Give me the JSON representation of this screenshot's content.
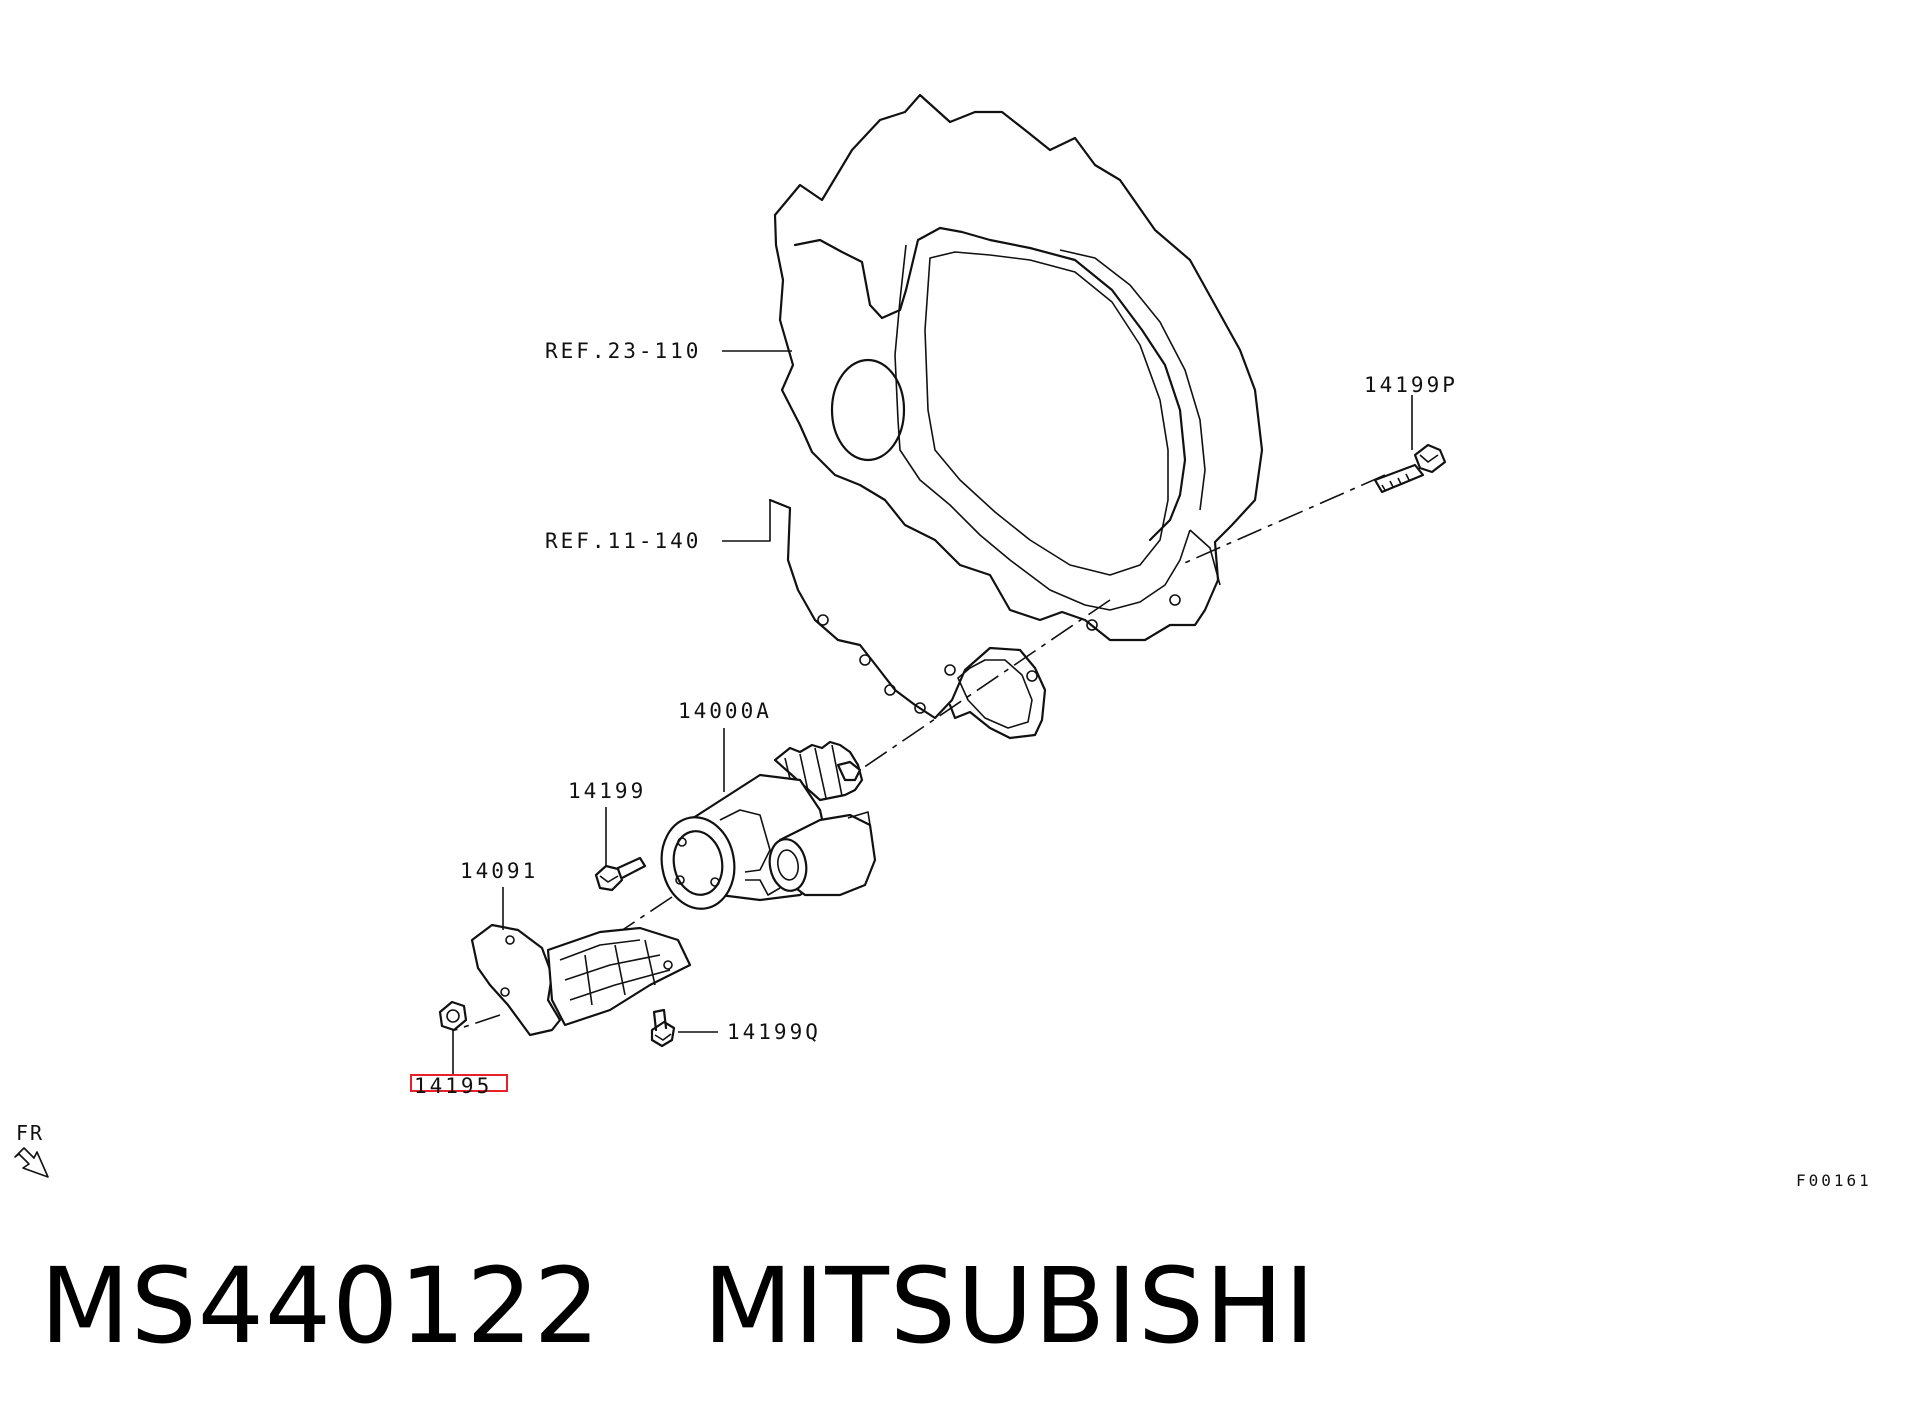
{
  "callouts": {
    "ref_23_110": "REF.23-110",
    "ref_11_140": "REF.11-140",
    "bolt_14199P": "14199P",
    "starter_14000A": "14000A",
    "bolt_14199": "14199",
    "cover_14091": "14091",
    "bolt_14199Q": "14199Q",
    "nut_14195": "14195",
    "front_indicator": "FR",
    "figure_code": "F00161"
  },
  "caption": {
    "part_number": "MS440122",
    "brand": "MITSUBISHI"
  },
  "highlight_color": "#e8202a"
}
